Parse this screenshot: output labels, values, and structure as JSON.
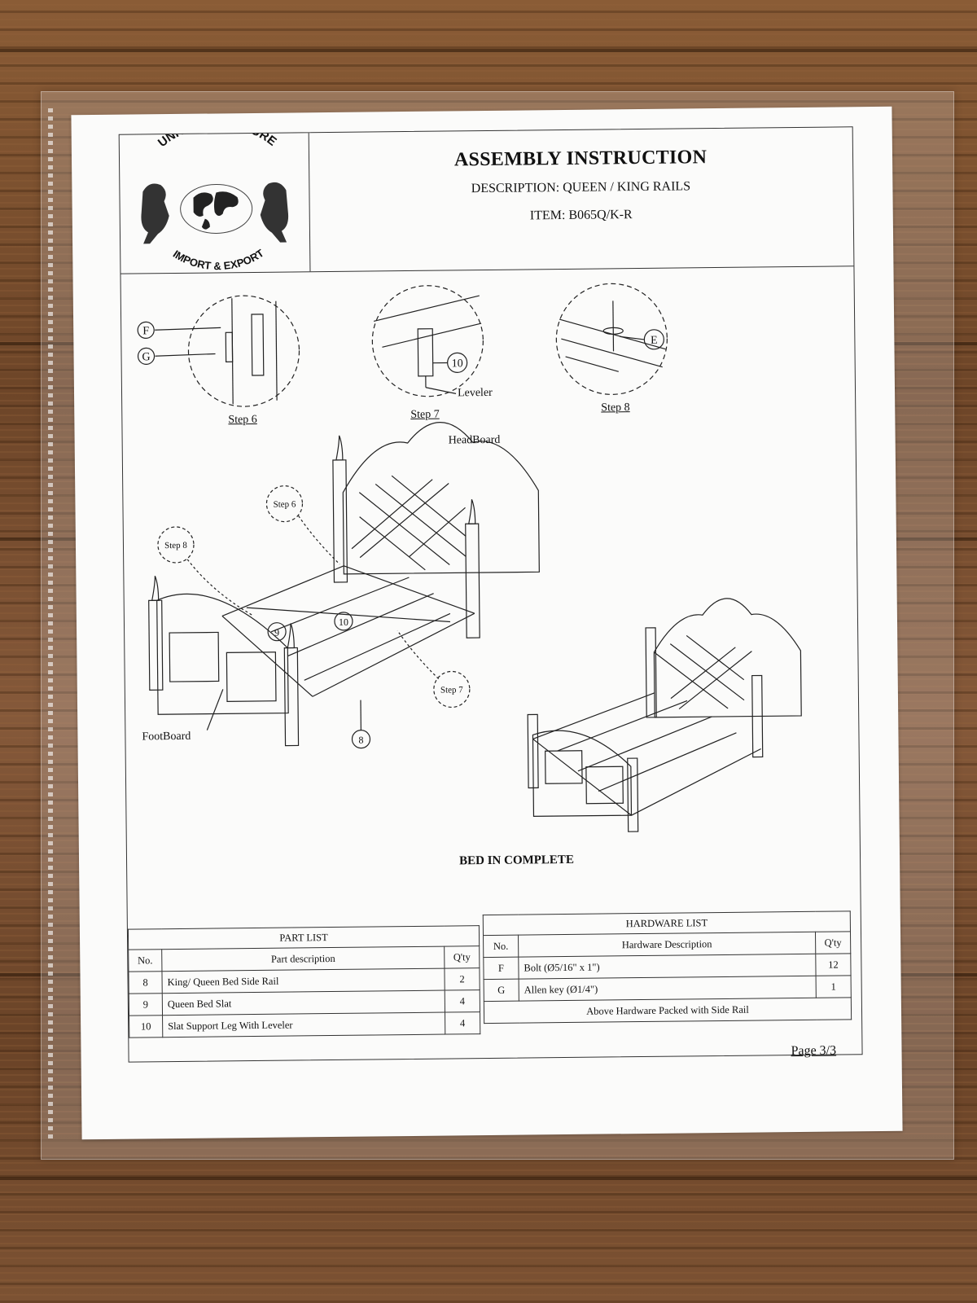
{
  "header": {
    "logo_top_text": "UNITED FURNITURE",
    "logo_bottom_text": "IMPORT & EXPORT",
    "title": "ASSEMBLY INSTRUCTION",
    "description": "DESCRIPTION:  QUEEN / KING RAILS",
    "item": "ITEM:  B065Q/K-R"
  },
  "steps": {
    "step6": "Step 6",
    "step7": "Step 7",
    "step8": "Step 8"
  },
  "callouts": {
    "f": "F",
    "g": "G",
    "ten": "10",
    "leveler": "Leveler",
    "e": "E",
    "headboard": "HeadBoard",
    "footboard": "FootBoard",
    "nine": "9",
    "eight": "8"
  },
  "complete_label": "BED IN COMPLETE",
  "part_list": {
    "caption": "PART LIST",
    "headers": [
      "No.",
      "Part description",
      "Q'ty"
    ],
    "rows": [
      {
        "no": "8",
        "desc": "King/ Queen Bed Side Rail",
        "qty": "2"
      },
      {
        "no": "9",
        "desc": "Queen Bed Slat",
        "qty": "4"
      },
      {
        "no": "10",
        "desc": "Slat Support Leg With Leveler",
        "qty": "4"
      }
    ]
  },
  "hardware_list": {
    "caption": "HARDWARE LIST",
    "headers": [
      "No.",
      "Hardware Description",
      "Q'ty"
    ],
    "rows": [
      {
        "no": "F",
        "desc": "Bolt  (Ø5/16\" x 1\")",
        "qty": "12"
      },
      {
        "no": "G",
        "desc": "Allen key (Ø1/4\")",
        "qty": "1"
      }
    ],
    "note": "Above Hardware Packed with Side Rail"
  },
  "page": "Page 3/3"
}
